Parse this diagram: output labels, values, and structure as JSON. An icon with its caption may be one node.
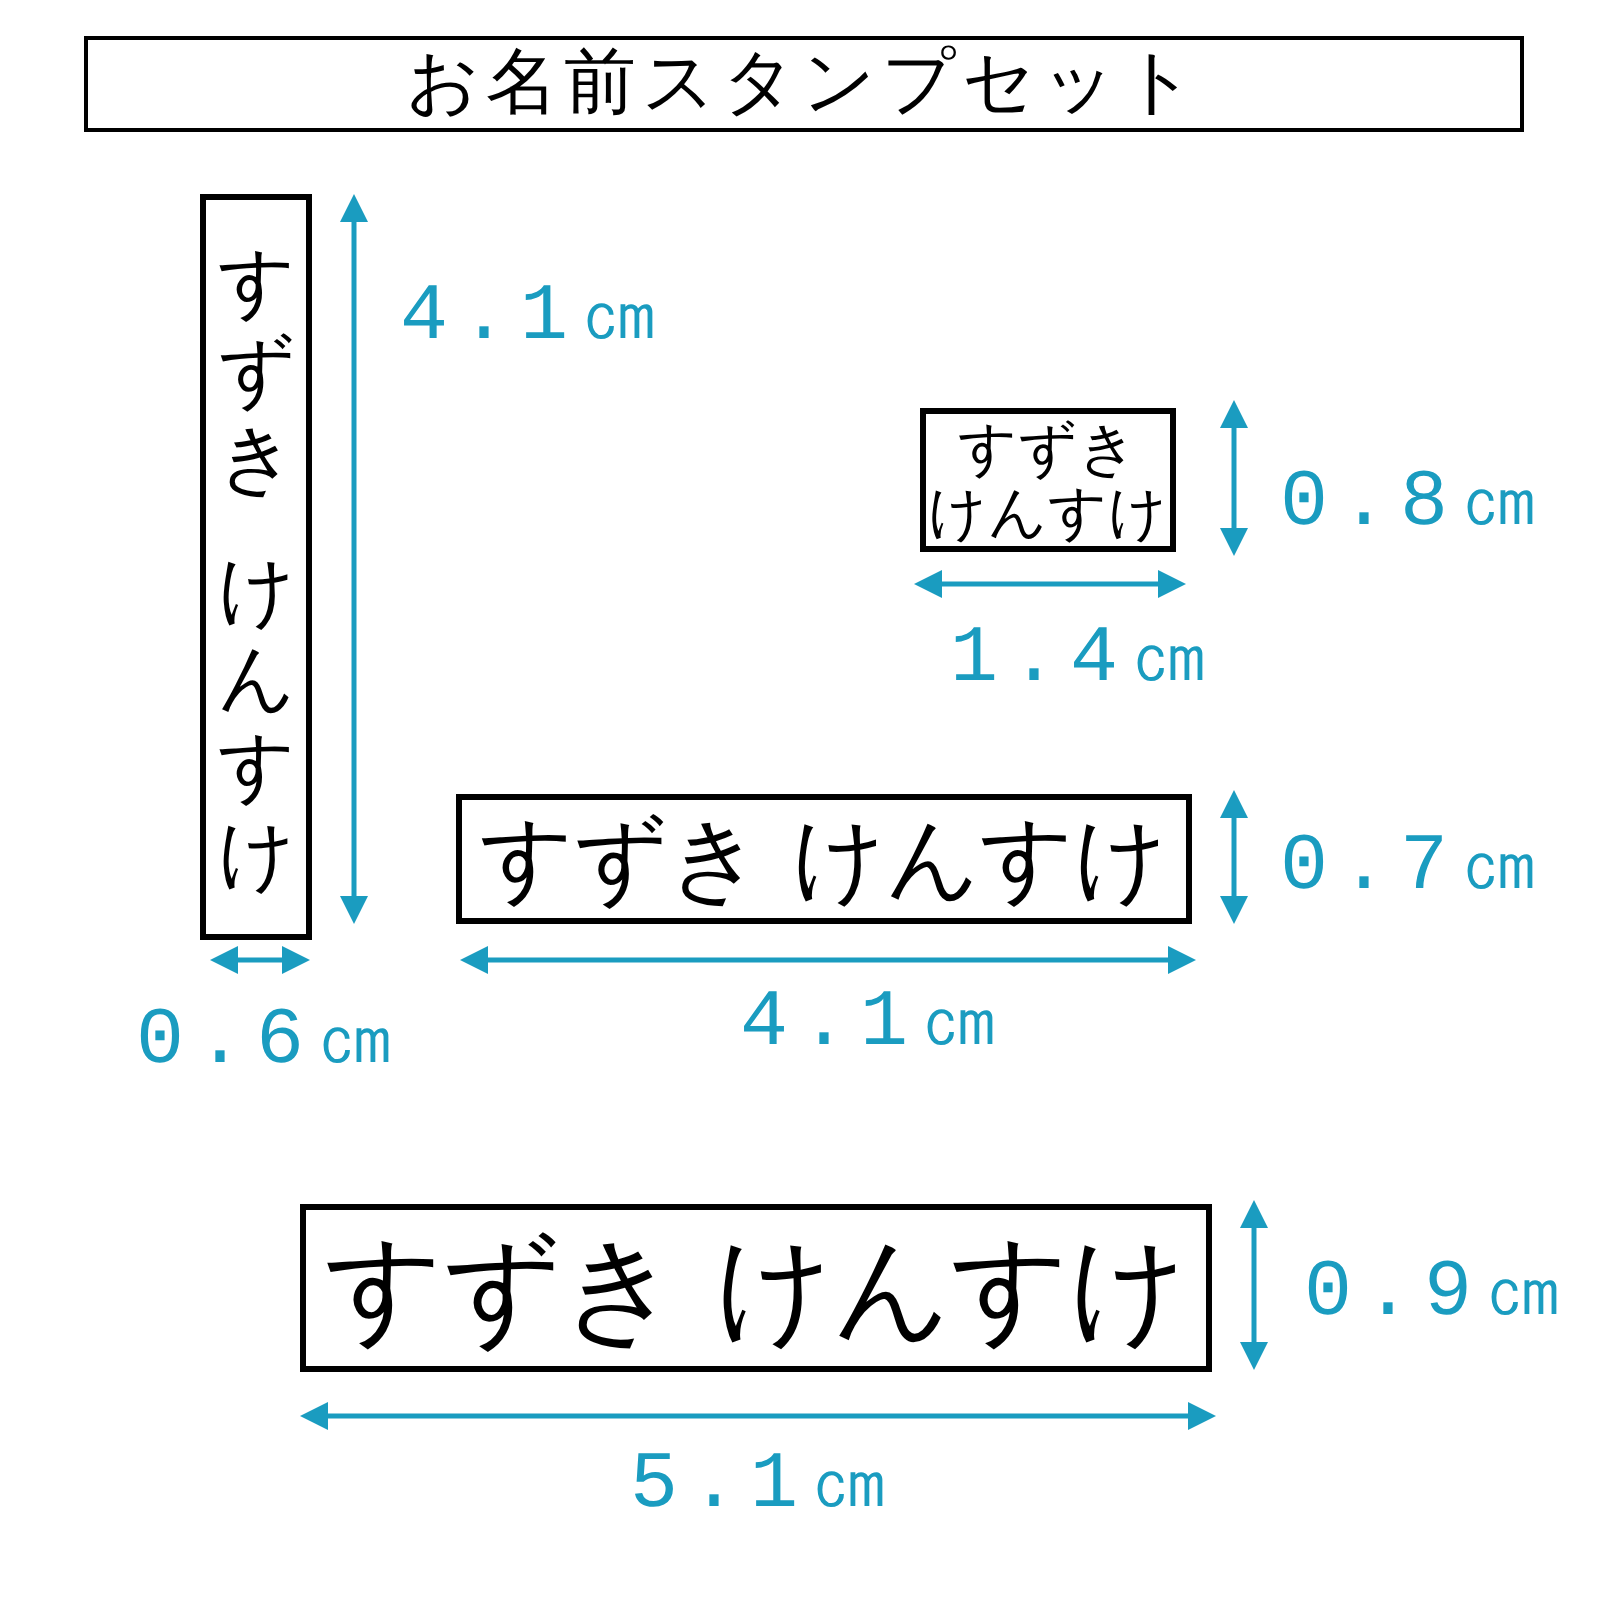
{
  "diagram": {
    "title": "お名前スタンプセット",
    "nodes": [
      {
        "text": [
          "すずき",
          "けんすけ"
        ]
      },
      {
        "text": [
          "すずき",
          "けんすけ"
        ]
      },
      {
        "text": [
          "すずき けんすけ"
        ]
      },
      {
        "text": [
          "すずき けんすけ"
        ]
      }
    ],
    "labels": [
      "4.1㎝",
      "0.8㎝",
      "1.4㎝",
      "0.7㎝",
      "0.6㎝",
      "4.1㎝",
      "0.9㎝",
      "5.1㎝"
    ]
  }
}
